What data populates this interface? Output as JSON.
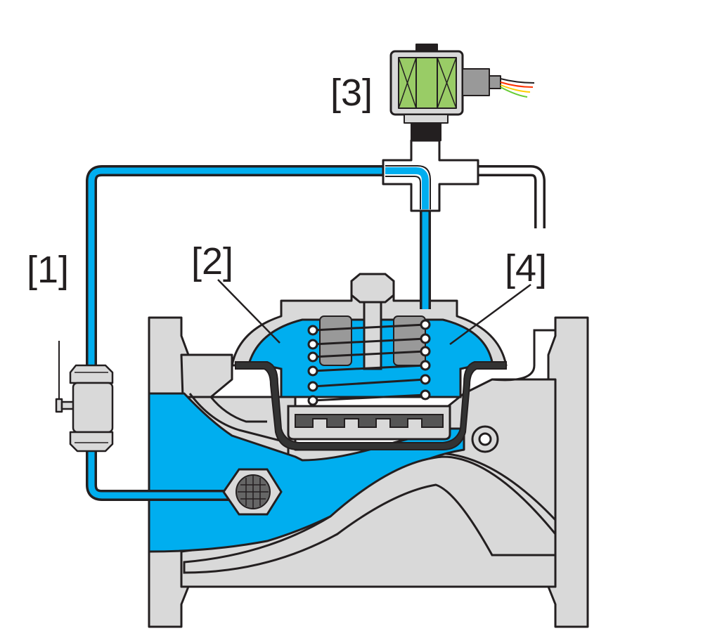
{
  "labels": {
    "one": "[1]",
    "two": "[2]",
    "three": "[3]",
    "four": "[4]"
  },
  "colors": {
    "water": "#00aeef",
    "body": "#d9d9d9",
    "outline": "#231f20",
    "coil": "#99cc66",
    "rubber": "#333333",
    "background": "#ffffff"
  },
  "icons": {
    "needle_valve": "needle-valve-icon",
    "strainer": "strainer-icon",
    "solenoid": "solenoid-icon",
    "spring": "spring-icon"
  }
}
